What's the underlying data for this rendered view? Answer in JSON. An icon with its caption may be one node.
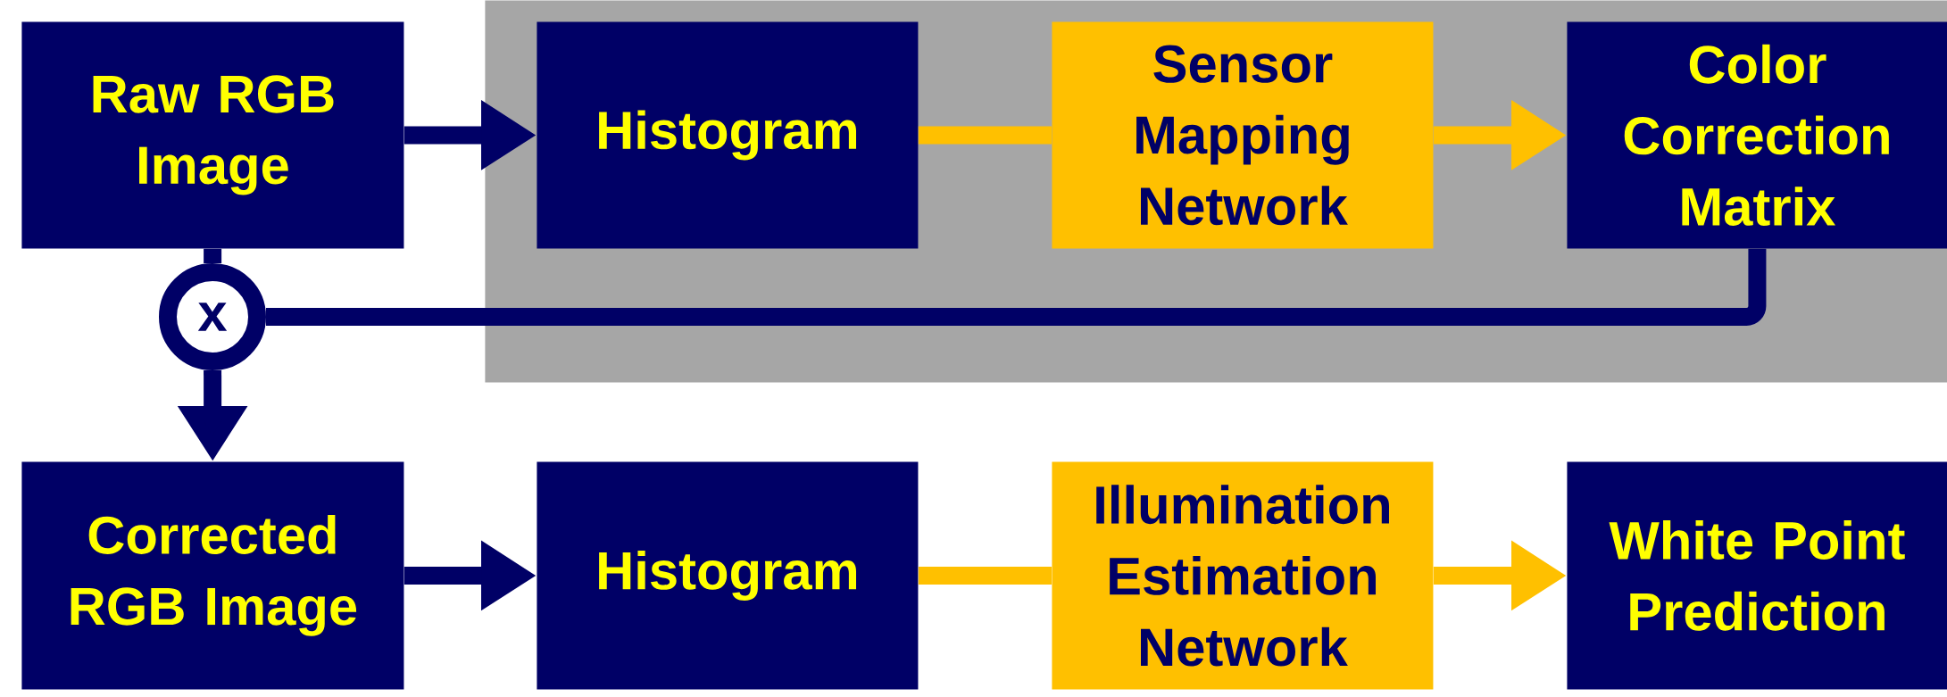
{
  "diagram": {
    "nodes": [
      {
        "text": [],
        "shape": "box"
      },
      {
        "text": [
          "Raw RGB Image"
        ]
      },
      {
        "text": [
          "Histogram"
        ],
        "in": 0
      },
      {
        "text": [
          "Sensor Mapping Network"
        ],
        "in": 0
      },
      {
        "text": [
          "Color Correction Matrix"
        ],
        "in": 0
      },
      {
        "text": [
          "x"
        ]
      },
      {
        "text": [
          "Corrected RGB Image"
        ]
      },
      {
        "text": [
          "Histogram"
        ]
      },
      {
        "text": [
          "Illumination Estimation Network"
        ]
      },
      {
        "text": [
          "White Point Prediction"
        ]
      }
    ],
    "edges": [
      {
        "from": 1,
        "to": 2,
        "arrow": "to"
      },
      {
        "from": 2,
        "to": 3,
        "arrow": "none",
        "color": "#ffc000"
      },
      {
        "from": 3,
        "to": 4,
        "arrow": "to",
        "color": "#ffc000"
      },
      {
        "from": 1,
        "to": 5,
        "arrow": "none"
      },
      {
        "from": 4,
        "to": 5,
        "arrow": "none"
      },
      {
        "from": 5,
        "to": 6,
        "arrow": "to"
      },
      {
        "from": 6,
        "to": 7,
        "arrow": "to"
      },
      {
        "from": 7,
        "to": 8,
        "arrow": "none",
        "color": "#ffc000"
      },
      {
        "from": 8,
        "to": 9,
        "arrow": "to",
        "color": "#ffc000"
      }
    ]
  }
}
